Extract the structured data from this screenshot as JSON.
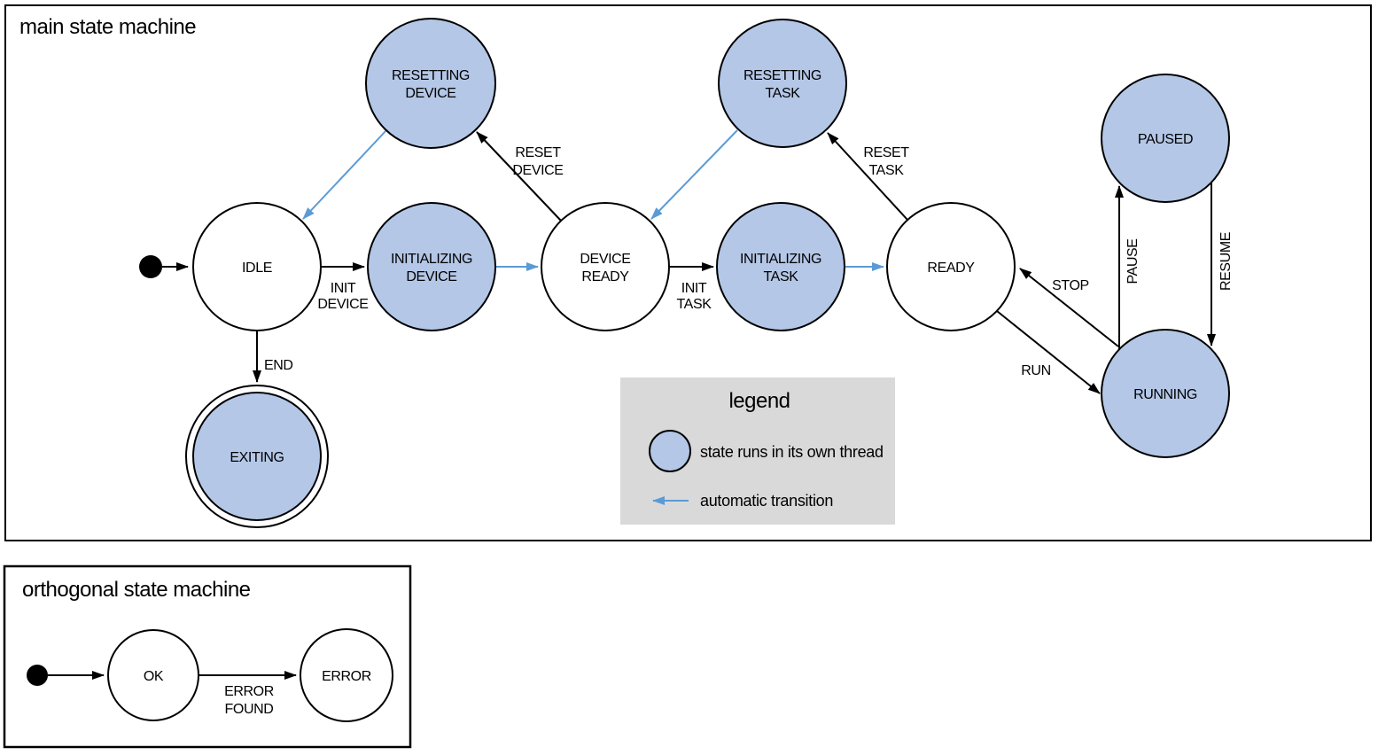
{
  "colors": {
    "threaded_state_fill": "#b4c7e7",
    "automatic_transition_blue": "#5b9bd5",
    "legend_background": "#d9d9d9",
    "outline": "#000000"
  },
  "main": {
    "title": "main state machine",
    "states": {
      "idle": {
        "label": "IDLE"
      },
      "resetting_device": {
        "line1": "RESETTING",
        "line2": "DEVICE"
      },
      "initializing_device": {
        "line1": "INITIALIZING",
        "line2": "DEVICE"
      },
      "device_ready": {
        "line1": "DEVICE",
        "line2": "READY"
      },
      "resetting_task": {
        "line1": "RESETTING",
        "line2": "TASK"
      },
      "initializing_task": {
        "line1": "INITIALIZING",
        "line2": "TASK"
      },
      "ready": {
        "label": "READY"
      },
      "paused": {
        "label": "PAUSED"
      },
      "running": {
        "label": "RUNNING"
      },
      "exiting": {
        "label": "EXITING"
      }
    },
    "transitions": {
      "init_device": {
        "line1": "INIT",
        "line2": "DEVICE"
      },
      "reset_device": {
        "line1": "RESET",
        "line2": "DEVICE"
      },
      "init_task": {
        "line1": "INIT",
        "line2": "TASK"
      },
      "reset_task": {
        "line1": "RESET",
        "line2": "TASK"
      },
      "end": {
        "label": "END"
      },
      "run": {
        "label": "RUN"
      },
      "stop": {
        "label": "STOP"
      },
      "pause": {
        "label": "PAUSE"
      },
      "resume": {
        "label": "RESUME"
      }
    }
  },
  "legend": {
    "title": "legend",
    "thread_label": "state runs in its own thread",
    "auto_label": "automatic transition"
  },
  "ortho": {
    "title": "orthogonal state machine",
    "states": {
      "ok": {
        "label": "OK"
      },
      "error": {
        "label": "ERROR"
      }
    },
    "transitions": {
      "error_found": {
        "line1": "ERROR",
        "line2": "FOUND"
      }
    }
  }
}
